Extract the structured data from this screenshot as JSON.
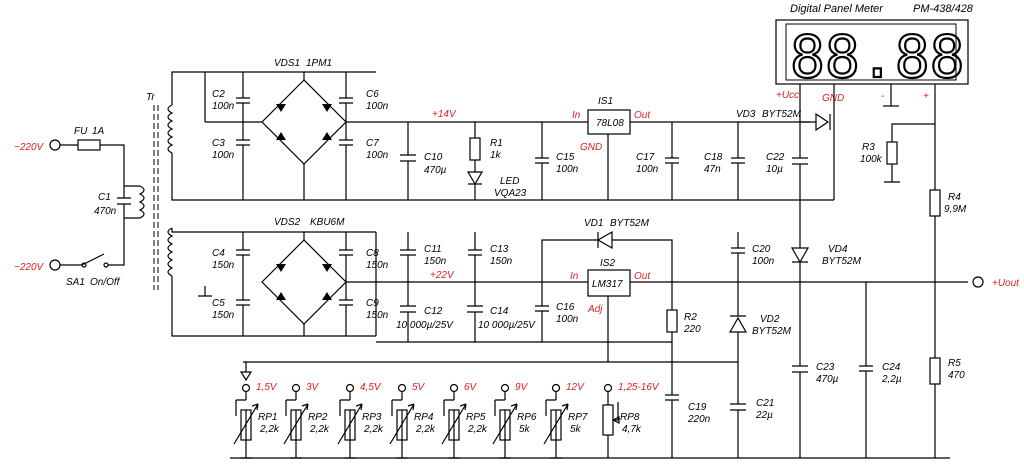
{
  "meter": {
    "title": "Digital Panel Meter",
    "model": "PM-438/428",
    "reading": "88.88"
  },
  "voltage_labels": {
    "main_minus_1": "~220V",
    "main_minus_2": "~220V",
    "plus14": "+14V",
    "plus22": "+22V",
    "ucc": "+Ucc",
    "gnd": "GND",
    "minus": "-",
    "plus": "+",
    "uout": "+Uout",
    "v15": "1,5V",
    "v3": "3V",
    "v45": "4,5V",
    "v5": "5V",
    "v6": "6V",
    "v9": "9V",
    "v12": "12V",
    "v1216": "1,25-16V"
  },
  "ic_labels": {
    "is1": "IS1",
    "is1_part": "78L08",
    "is1_in": "In",
    "is1_out": "Out",
    "is1_gnd": "GND",
    "is2": "IS2",
    "is2_part": "LM317",
    "is2_in": "In",
    "is2_out": "Out",
    "is2_adj": "Adj"
  },
  "components": {
    "fu": "FU",
    "fu_val": "1A",
    "c1": "C1",
    "c1_val": "470n",
    "sa1": "SA1",
    "sa1_val": "On/Off",
    "tr": "Tr",
    "vds1": "VDS1",
    "vds1_val": "1PM1",
    "vds2": "VDS2",
    "vds2_val": "KBU6M",
    "c2": "C2",
    "c2_val": "100n",
    "c3": "C3",
    "c3_val": "100n",
    "c6": "C6",
    "c6_val": "100n",
    "c7": "C7",
    "c7_val": "100n",
    "c4": "C4",
    "c4_val": "150n",
    "c5": "C5",
    "c5_val": "150n",
    "c8": "C8",
    "c8_val": "150n",
    "c9": "C9",
    "c9_val": "150n",
    "c10": "C10",
    "c10_val": "470µ",
    "r1": "R1",
    "r1_val": "1k",
    "led": "LED",
    "led_val": "VQA23",
    "c15": "C15",
    "c15_val": "100n",
    "c17": "C17",
    "c17_val": "100n",
    "c18": "C18",
    "c18_val": "47n",
    "c22": "C22",
    "c22_val": "10µ",
    "vd3": "VD3",
    "vd3_val": "BYT52M",
    "r3": "R3",
    "r3_val": "100k",
    "r4": "R4",
    "r4_val": "9,9M",
    "r5": "R5",
    "r5_val": "470",
    "c11": "C11",
    "c11_val": "150n",
    "c12": "C12",
    "c12_val": "10 000µ/25V",
    "c13": "C13",
    "c13_val": "150n",
    "c14": "C14",
    "c14_val": "10 000µ/25V",
    "c16": "C16",
    "c16_val": "100n",
    "vd1": "VD1",
    "vd1_val": "BYT52M",
    "r2": "R2",
    "r2_val": "220",
    "c19": "C19",
    "c19_val": "220n",
    "c20": "C20",
    "c20_val": "100n",
    "vd2": "VD2",
    "vd2_val": "BYT52M",
    "c21": "C21",
    "c21_val": "22µ",
    "vd4": "VD4",
    "vd4_val": "BYT52M",
    "c23": "C23",
    "c23_val": "470µ",
    "c24": "C24",
    "c24_val": "2,2µ",
    "rp1": "RP1",
    "rp1_val": "2,2k",
    "rp2": "RP2",
    "rp2_val": "2,2k",
    "rp3": "RP3",
    "rp3_val": "2,2k",
    "rp4": "RP4",
    "rp4_val": "2,2k",
    "rp5": "RP5",
    "rp5_val": "2,2k",
    "rp6": "RP6",
    "rp6_val": "5k",
    "rp7": "RP7",
    "rp7_val": "5k",
    "rp8": "RP8",
    "rp8_val": "4,7k"
  },
  "colors": {
    "label_red": "#e02020",
    "line": "#000000"
  }
}
